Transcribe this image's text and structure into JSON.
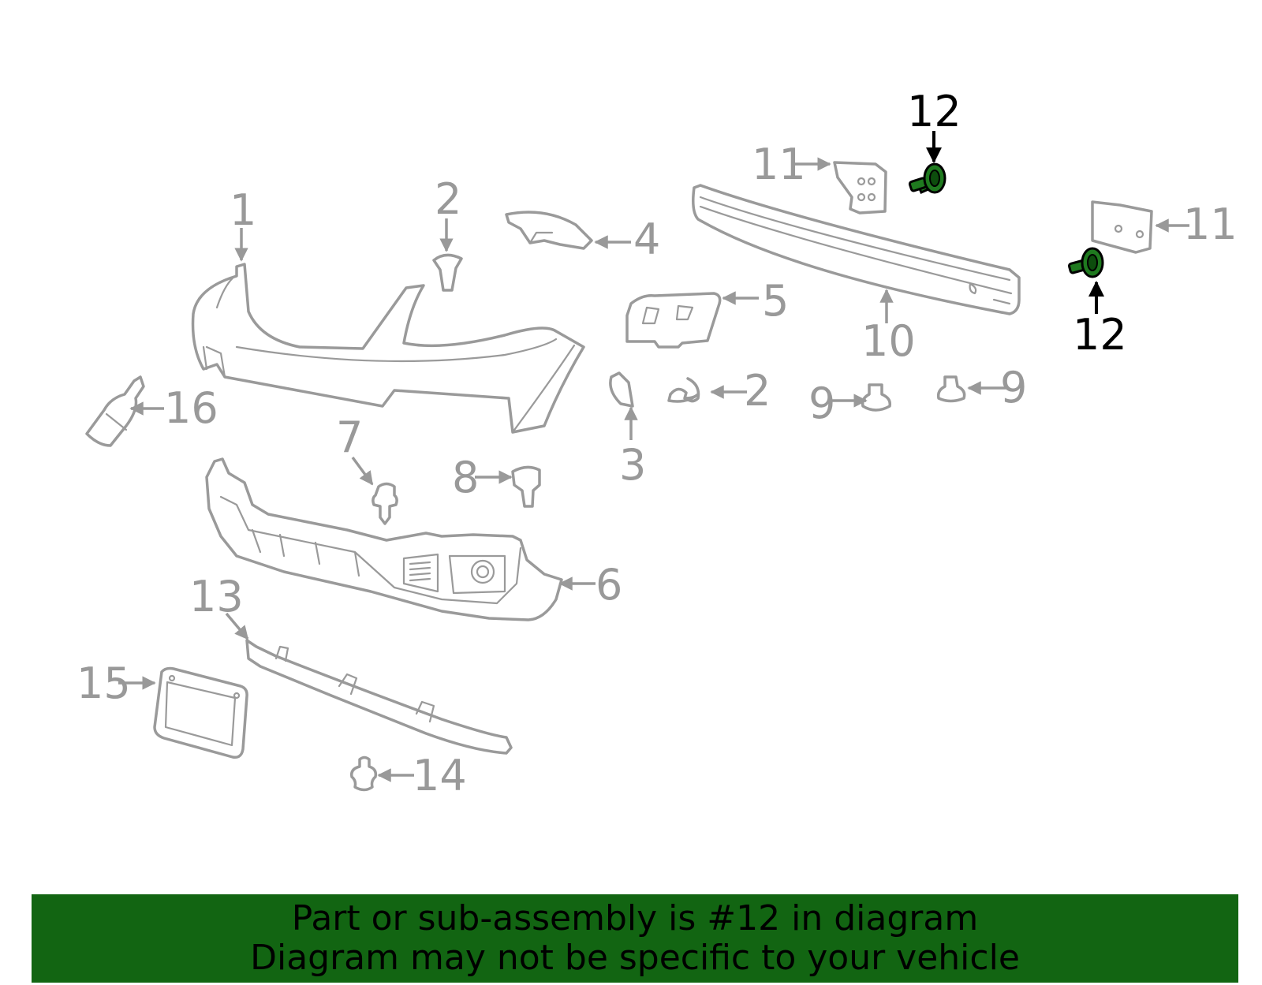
{
  "callouts": {
    "c1": "1",
    "c2a": "2",
    "c2b": "2",
    "c3": "3",
    "c4": "4",
    "c5": "5",
    "c6": "6",
    "c7": "7",
    "c8": "8",
    "c9a": "9",
    "c9b": "9",
    "c10": "10",
    "c11a": "11",
    "c11b": "11",
    "c12a": "12",
    "c12b": "12",
    "c13": "13",
    "c14": "14",
    "c15": "15",
    "c16": "16"
  },
  "highlight": {
    "part_number": "12",
    "color": "#1f7a1f",
    "banner_color": "#126512"
  },
  "banner": {
    "line1": "Part or sub-assembly is #12 in diagram",
    "line2": "Diagram may not be specific to your vehicle"
  }
}
